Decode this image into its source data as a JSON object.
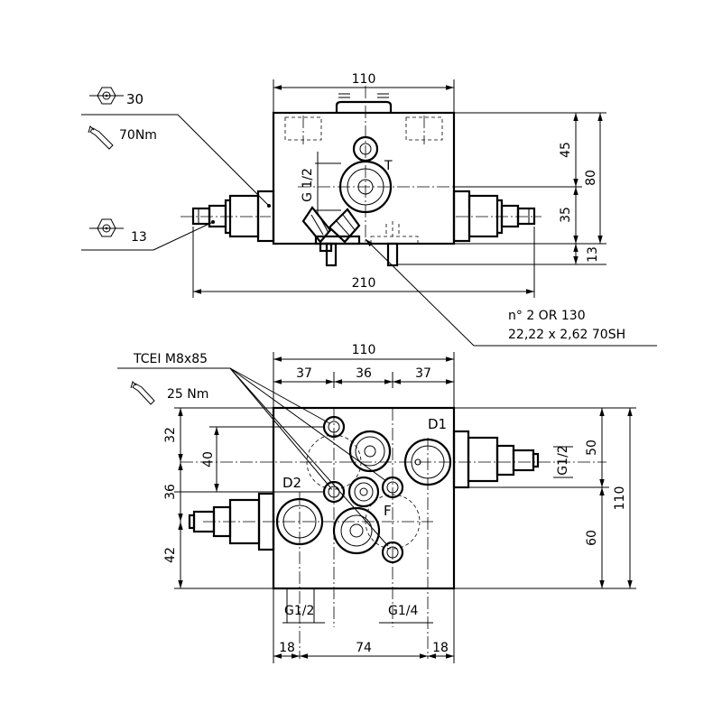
{
  "top_view": {
    "dims": {
      "width": "110",
      "overall": "210",
      "h45": "45",
      "h35": "35",
      "h13": "13",
      "total_h": "80"
    },
    "port_thread": "G 1/2",
    "port_T": "T",
    "hex_size_1": "30",
    "torque_1": "70Nm",
    "hex_size_2": "13",
    "oring_line1": "n° 2 OR 130",
    "oring_line2": "22,22 x 2,62 70SH"
  },
  "bottom_view": {
    "dims": {
      "width": "110",
      "w37a": "37",
      "w36": "36",
      "w37b": "37",
      "h32": "32",
      "h36": "36",
      "h42": "42",
      "h40": "40",
      "h50": "50",
      "h60": "60",
      "total_h": "110",
      "b18a": "18",
      "b74": "74",
      "b18b": "18"
    },
    "screws": "TCEI M8x85",
    "torque": "25 Nm",
    "port_D1": "D1",
    "port_D2": "D2",
    "port_F": "F",
    "thread_right": "G1/2",
    "thread_bottom_left": "G1/2",
    "thread_bottom_right": "G1/4"
  }
}
